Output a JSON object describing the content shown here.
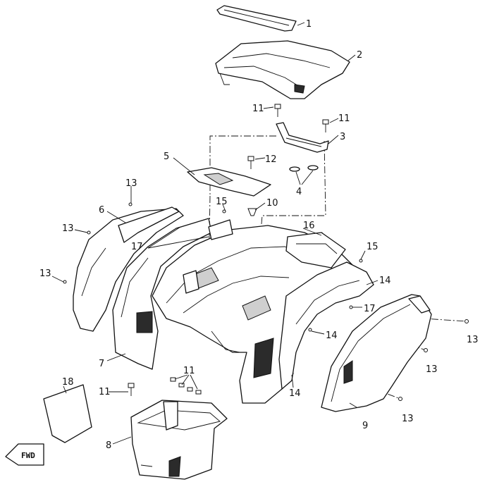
{
  "callouts": {
    "c1": "1",
    "c2": "2",
    "c3": "3",
    "c4": "4",
    "c5": "5",
    "c6": "6",
    "c7": "7",
    "c8": "8",
    "c9": "9",
    "c10": "10",
    "c11a": "11",
    "c11b": "11",
    "c11c": "11",
    "c11d": "11",
    "c12": "12",
    "c13a": "13",
    "c13b": "13",
    "c13c": "13",
    "c13d": "13",
    "c13e": "13",
    "c13f": "13",
    "c14a": "14",
    "c14b": "14",
    "c14c": "14",
    "c15a": "15",
    "c15b": "15",
    "c16": "16",
    "c17a": "17",
    "c17b": "17",
    "c18": "18"
  },
  "direction_marker": "FWD"
}
